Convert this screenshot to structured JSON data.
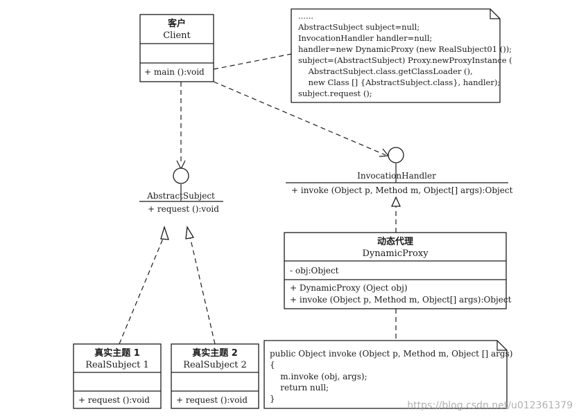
{
  "client": {
    "name_cn": "客户",
    "name_en": "Client",
    "operation": "+ main ():void"
  },
  "note_top": {
    "lines": [
      "......",
      "AbstractSubject subject=null;",
      "InvocationHandler handler=null;",
      "handler=new DynamicProxy (new RealSubject01 ());",
      "subject=(AbstractSubject) Proxy.newProxyInstance (",
      "    AbstractSubject.class.getClassLoader (),",
      "    new Class [] {AbstractSubject.class}, handler);",
      "subject.request ();"
    ]
  },
  "abstract_subject": {
    "name": "AbstractSubject",
    "operation": "+ request ():void"
  },
  "invocation_handler": {
    "name": "InvocationHandler",
    "operation": "+ invoke (Object p, Method m, Object[] args):Object"
  },
  "dynamic_proxy": {
    "name_cn": "动态代理",
    "name_en": "DynamicProxy",
    "attribute": "- obj:Object",
    "operations": [
      "+ DynamicProxy (Oject obj)",
      "+ invoke (Object p, Method m, Object[] args):Object"
    ]
  },
  "real_subject_1": {
    "name_cn": "真实主题 1",
    "name_en": "RealSubject 1",
    "operation": "+ request ():void"
  },
  "real_subject_2": {
    "name_cn": "真实主题 2",
    "name_en": "RealSubject 2",
    "operation": "+ request ():void"
  },
  "note_bottom": {
    "lines": [
      "public Object invoke (Object p, Method m, Object [] args)",
      "{",
      "    m.invoke (obj, args);",
      "    return null;",
      "}"
    ]
  },
  "watermark": "https://blog.csdn.net/u012361379"
}
